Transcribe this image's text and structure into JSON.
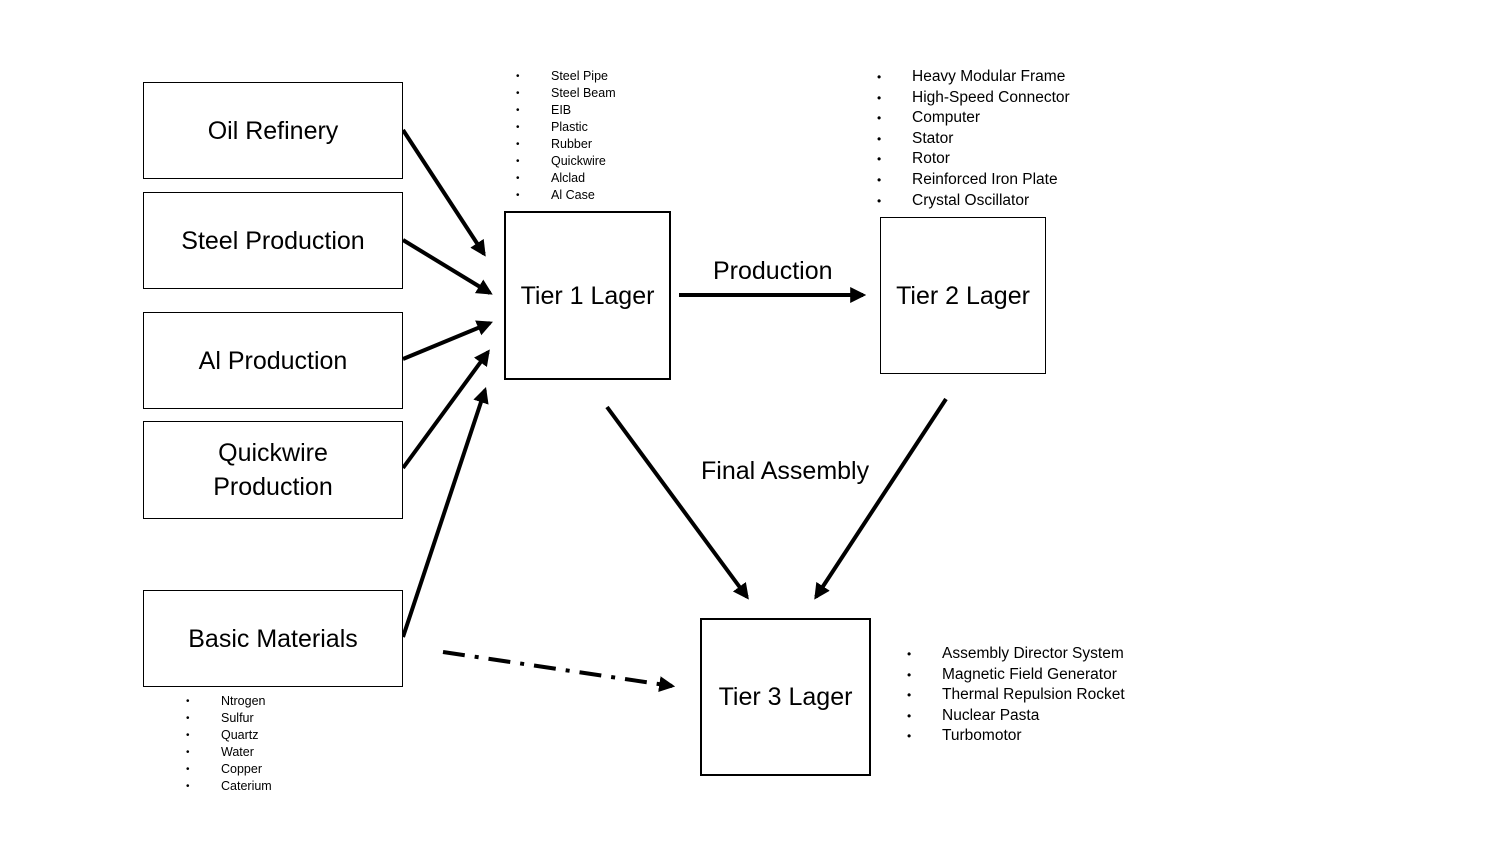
{
  "sources": {
    "oil_refinery": "Oil Refinery",
    "steel_production": "Steel Production",
    "al_production": "Al Production",
    "quickwire_production_line1": "Quickwire",
    "quickwire_production_line2": "Production",
    "basic_materials": "Basic Materials"
  },
  "tiers": {
    "tier1": "Tier 1 Lager",
    "tier2": "Tier 2 Lager",
    "tier3": "Tier 3 Lager"
  },
  "edge_labels": {
    "production": "Production",
    "final_assembly": "Final Assembly"
  },
  "lists": {
    "tier1_items": [
      "Steel Pipe",
      "Steel Beam",
      "EIB",
      "Plastic",
      "Rubber",
      "Quickwire",
      "Alclad",
      "Al Case"
    ],
    "tier2_items": [
      "Heavy Modular Frame",
      "High-Speed Connector",
      "Computer",
      "Stator",
      "Rotor",
      "Reinforced Iron Plate",
      "Crystal Oscillator"
    ],
    "tier3_items": [
      "Assembly Director System",
      "Magnetic Field Generator",
      "Thermal Repulsion Rocket",
      "Nuclear Pasta",
      "Turbomotor"
    ],
    "basic_items": [
      "Ntrogen",
      "Sulfur",
      "Quartz",
      "Water",
      "Copper",
      "Caterium"
    ]
  }
}
